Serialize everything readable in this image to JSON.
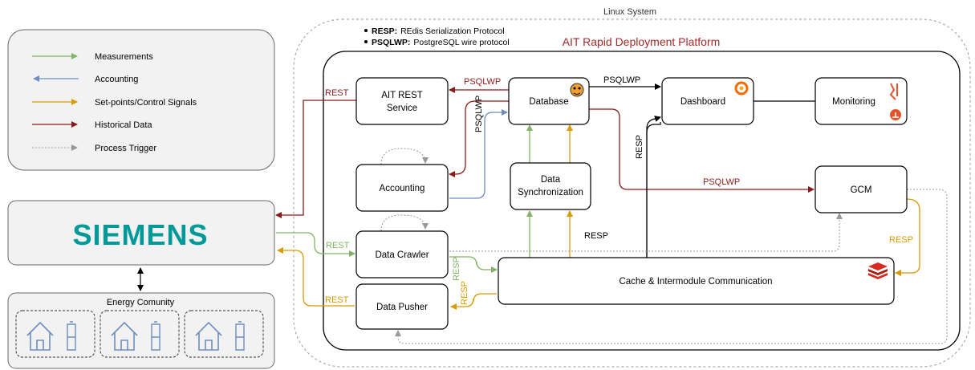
{
  "linux_system": {
    "label": "Linux System"
  },
  "notes": [
    {
      "term": "RESP:",
      "desc": "REdis Serialization Protocol"
    },
    {
      "term": "PSQLWP:",
      "desc": "PostgreSQL wire protocol"
    }
  ],
  "platform": {
    "title": "AIT Rapid Deployment Platform"
  },
  "legend": [
    {
      "label": "Measurements",
      "color": "#82b366"
    },
    {
      "label": "Accounting",
      "color": "#6c8ebf"
    },
    {
      "label": "Set-points/Control Signals",
      "color": "#d79b00"
    },
    {
      "label": "Historical Data",
      "color": "#8b1a1a"
    },
    {
      "label": "Process Trigger",
      "color": "#999999"
    }
  ],
  "siemens": {
    "label": "SIEMENS",
    "color": "#009999"
  },
  "community": {
    "label": "Energy Comunity"
  },
  "nodes": {
    "rest_service": {
      "line1": "AIT REST",
      "line2": "Service"
    },
    "database": {
      "label": "Database"
    },
    "dashboard": {
      "label": "Dashboard"
    },
    "monitoring": {
      "label": "Monitoring"
    },
    "accounting": {
      "label": "Accounting"
    },
    "data_sync": {
      "line1": "Data",
      "line2": "Synchronization"
    },
    "gcm": {
      "label": "GCM"
    },
    "data_crawler": {
      "label": "Data Crawler"
    },
    "data_pusher": {
      "label": "Data Pusher"
    },
    "cache": {
      "label": "Cache & Intermodule Communication"
    }
  },
  "edge_labels": {
    "rest_siemens_service": "REST",
    "psqlwp_db_service": "PSQLWP",
    "psqlwp_db_dashboard": "PSQLWP",
    "psqlwp_db_accounting": "PSQLWP",
    "resp_dashboard": "RESP",
    "psqlwp_db_gcm": "PSQLWP",
    "resp_cache_gcm": "RESP",
    "resp_gcm": "RESP",
    "rest_crawler": "REST",
    "resp_crawler": "RESP",
    "rest_pusher": "REST",
    "resp_pusher": "RESP"
  }
}
